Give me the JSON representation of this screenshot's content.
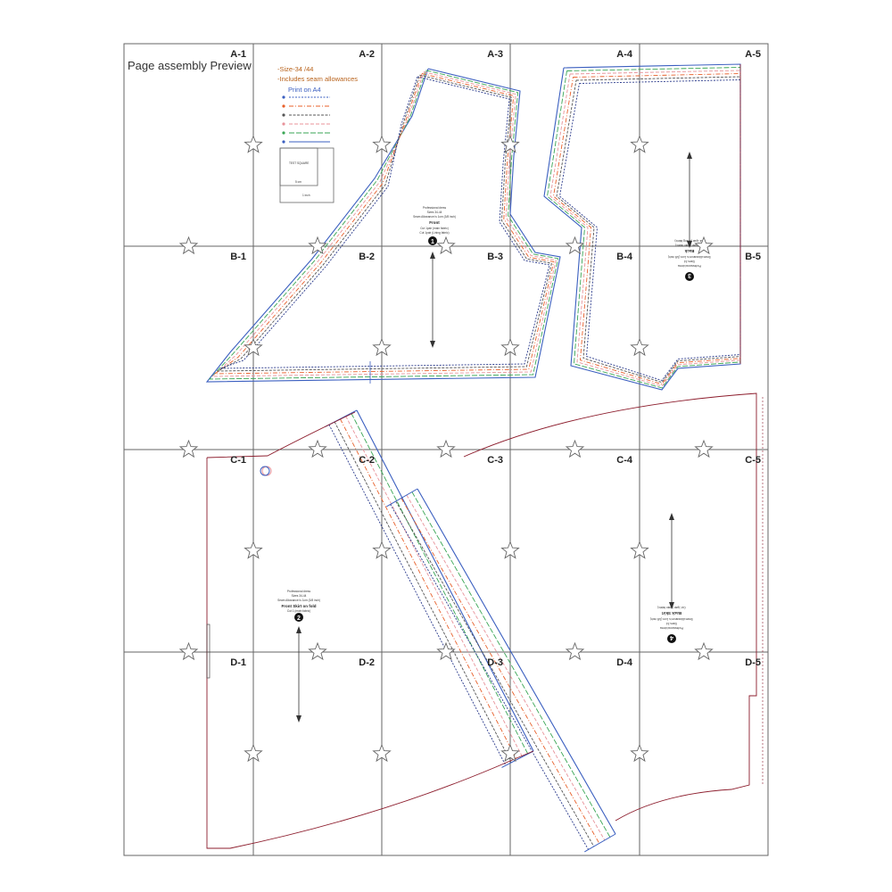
{
  "title": "Page assembly Preview",
  "legend": {
    "size": "-Size-34 /44",
    "seam": "-Includes seam allowances",
    "print": "Print on A4",
    "size_color": "#b8621b",
    "seam_color": "#b8621b"
  },
  "test_square": {
    "label": "TEST SQUARE",
    "inner": "5 cm",
    "outer": "1 inch"
  },
  "grid": {
    "rows": [
      "A",
      "B",
      "C",
      "D"
    ],
    "cols": [
      "1",
      "2",
      "3",
      "4",
      "5"
    ],
    "labels": [
      [
        "A-1",
        "A-2",
        "A-3",
        "A-4",
        "A-5"
      ],
      [
        "B-1",
        "B-2",
        "B-3",
        "B-4",
        "B-5"
      ],
      [
        "C-1",
        "C-2",
        "C-3",
        "C-4",
        "C-5"
      ],
      [
        "D-1",
        "D-2",
        "D-3",
        "D-4",
        "D-5"
      ]
    ]
  },
  "line_colors": {
    "blue": "#3b5fc0",
    "orange": "#e8602a",
    "green": "#3aa655",
    "pink": "#e8939a",
    "navy": "#2a3a8c",
    "grey": "#555555",
    "darkred": "#8c1c2c"
  },
  "pieces": {
    "front": {
      "number": "1",
      "brand": "Professional dress",
      "sizes": "Sizes 34-44",
      "seam": "Seam Allowance is 1cm (3/8 inch)",
      "name": "Front",
      "cut1": "Cut 1pair (main fabric)",
      "cut2": "Cut 1pair (Lining fabric)"
    },
    "front_skirt": {
      "number": "2",
      "brand": "Professional dress",
      "sizes": "Sizes 34-44",
      "seam": "Seam Allowance is 1cm (3/8 inch)",
      "name": "Front Skirt on fold",
      "cut1": "Cut 1 (main fabric)"
    },
    "back": {
      "number": "3",
      "brand": "Professional dress",
      "sizes": "Sizes 34",
      "seam": "Seam Allowance is 1cm (3/8 inch)",
      "name": "Back",
      "cut1": "Cut 1pair (main fabric)",
      "cut2": "Cut 1pair (Lining fabric)"
    },
    "back_skirt": {
      "number": "4",
      "brand": "Professional dress",
      "sizes": "Sizes 34",
      "seam": "Seam Allowance is 1cm (3/8 inch)",
      "name": "Back Skirt",
      "cut1": "Cut 1pair (main fabric)"
    }
  }
}
